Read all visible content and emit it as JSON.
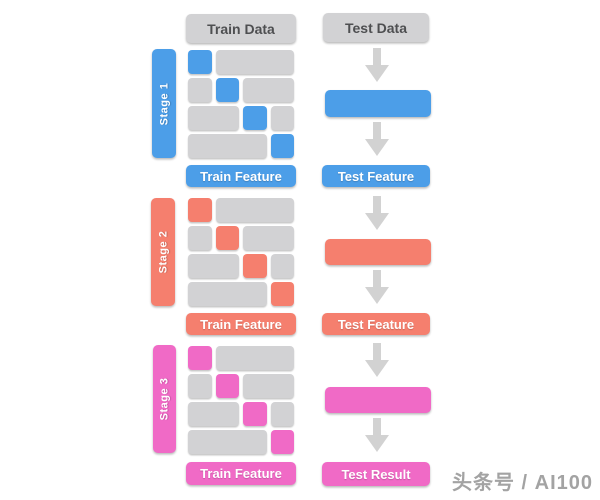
{
  "header": {
    "train_data_label": "Train Data",
    "test_data_label": "Test Data"
  },
  "colors": {
    "block_gray": "#d2d2d4",
    "header_gray": "#d2d2d4",
    "arrow_gray": "#d2d2d2",
    "stage1_blue": "#4c9ee8",
    "stage2_salmon": "#f57f6e",
    "stage3_pink": "#f06ac6"
  },
  "stages": [
    {
      "label": "Stage 1",
      "color": "#4c9ee8",
      "train_feature_label": "Train Feature",
      "test_output_label": "Test Feature",
      "grid": {
        "rows": 4,
        "cols": 4,
        "colored_col_per_row": [
          0,
          1,
          2,
          3
        ]
      }
    },
    {
      "label": "Stage 2",
      "color": "#f57f6e",
      "train_feature_label": "Train Feature",
      "test_output_label": "Test Feature",
      "grid": {
        "rows": 4,
        "cols": 4,
        "colored_col_per_row": [
          0,
          1,
          2,
          3
        ]
      }
    },
    {
      "label": "Stage 3",
      "color": "#f06ac6",
      "train_feature_label": "Train Feature",
      "test_output_label": "Test Result",
      "grid": {
        "rows": 4,
        "cols": 4,
        "colored_col_per_row": [
          0,
          1,
          2,
          3
        ]
      }
    }
  ],
  "watermark": {
    "text": "头条号 / AI100"
  }
}
